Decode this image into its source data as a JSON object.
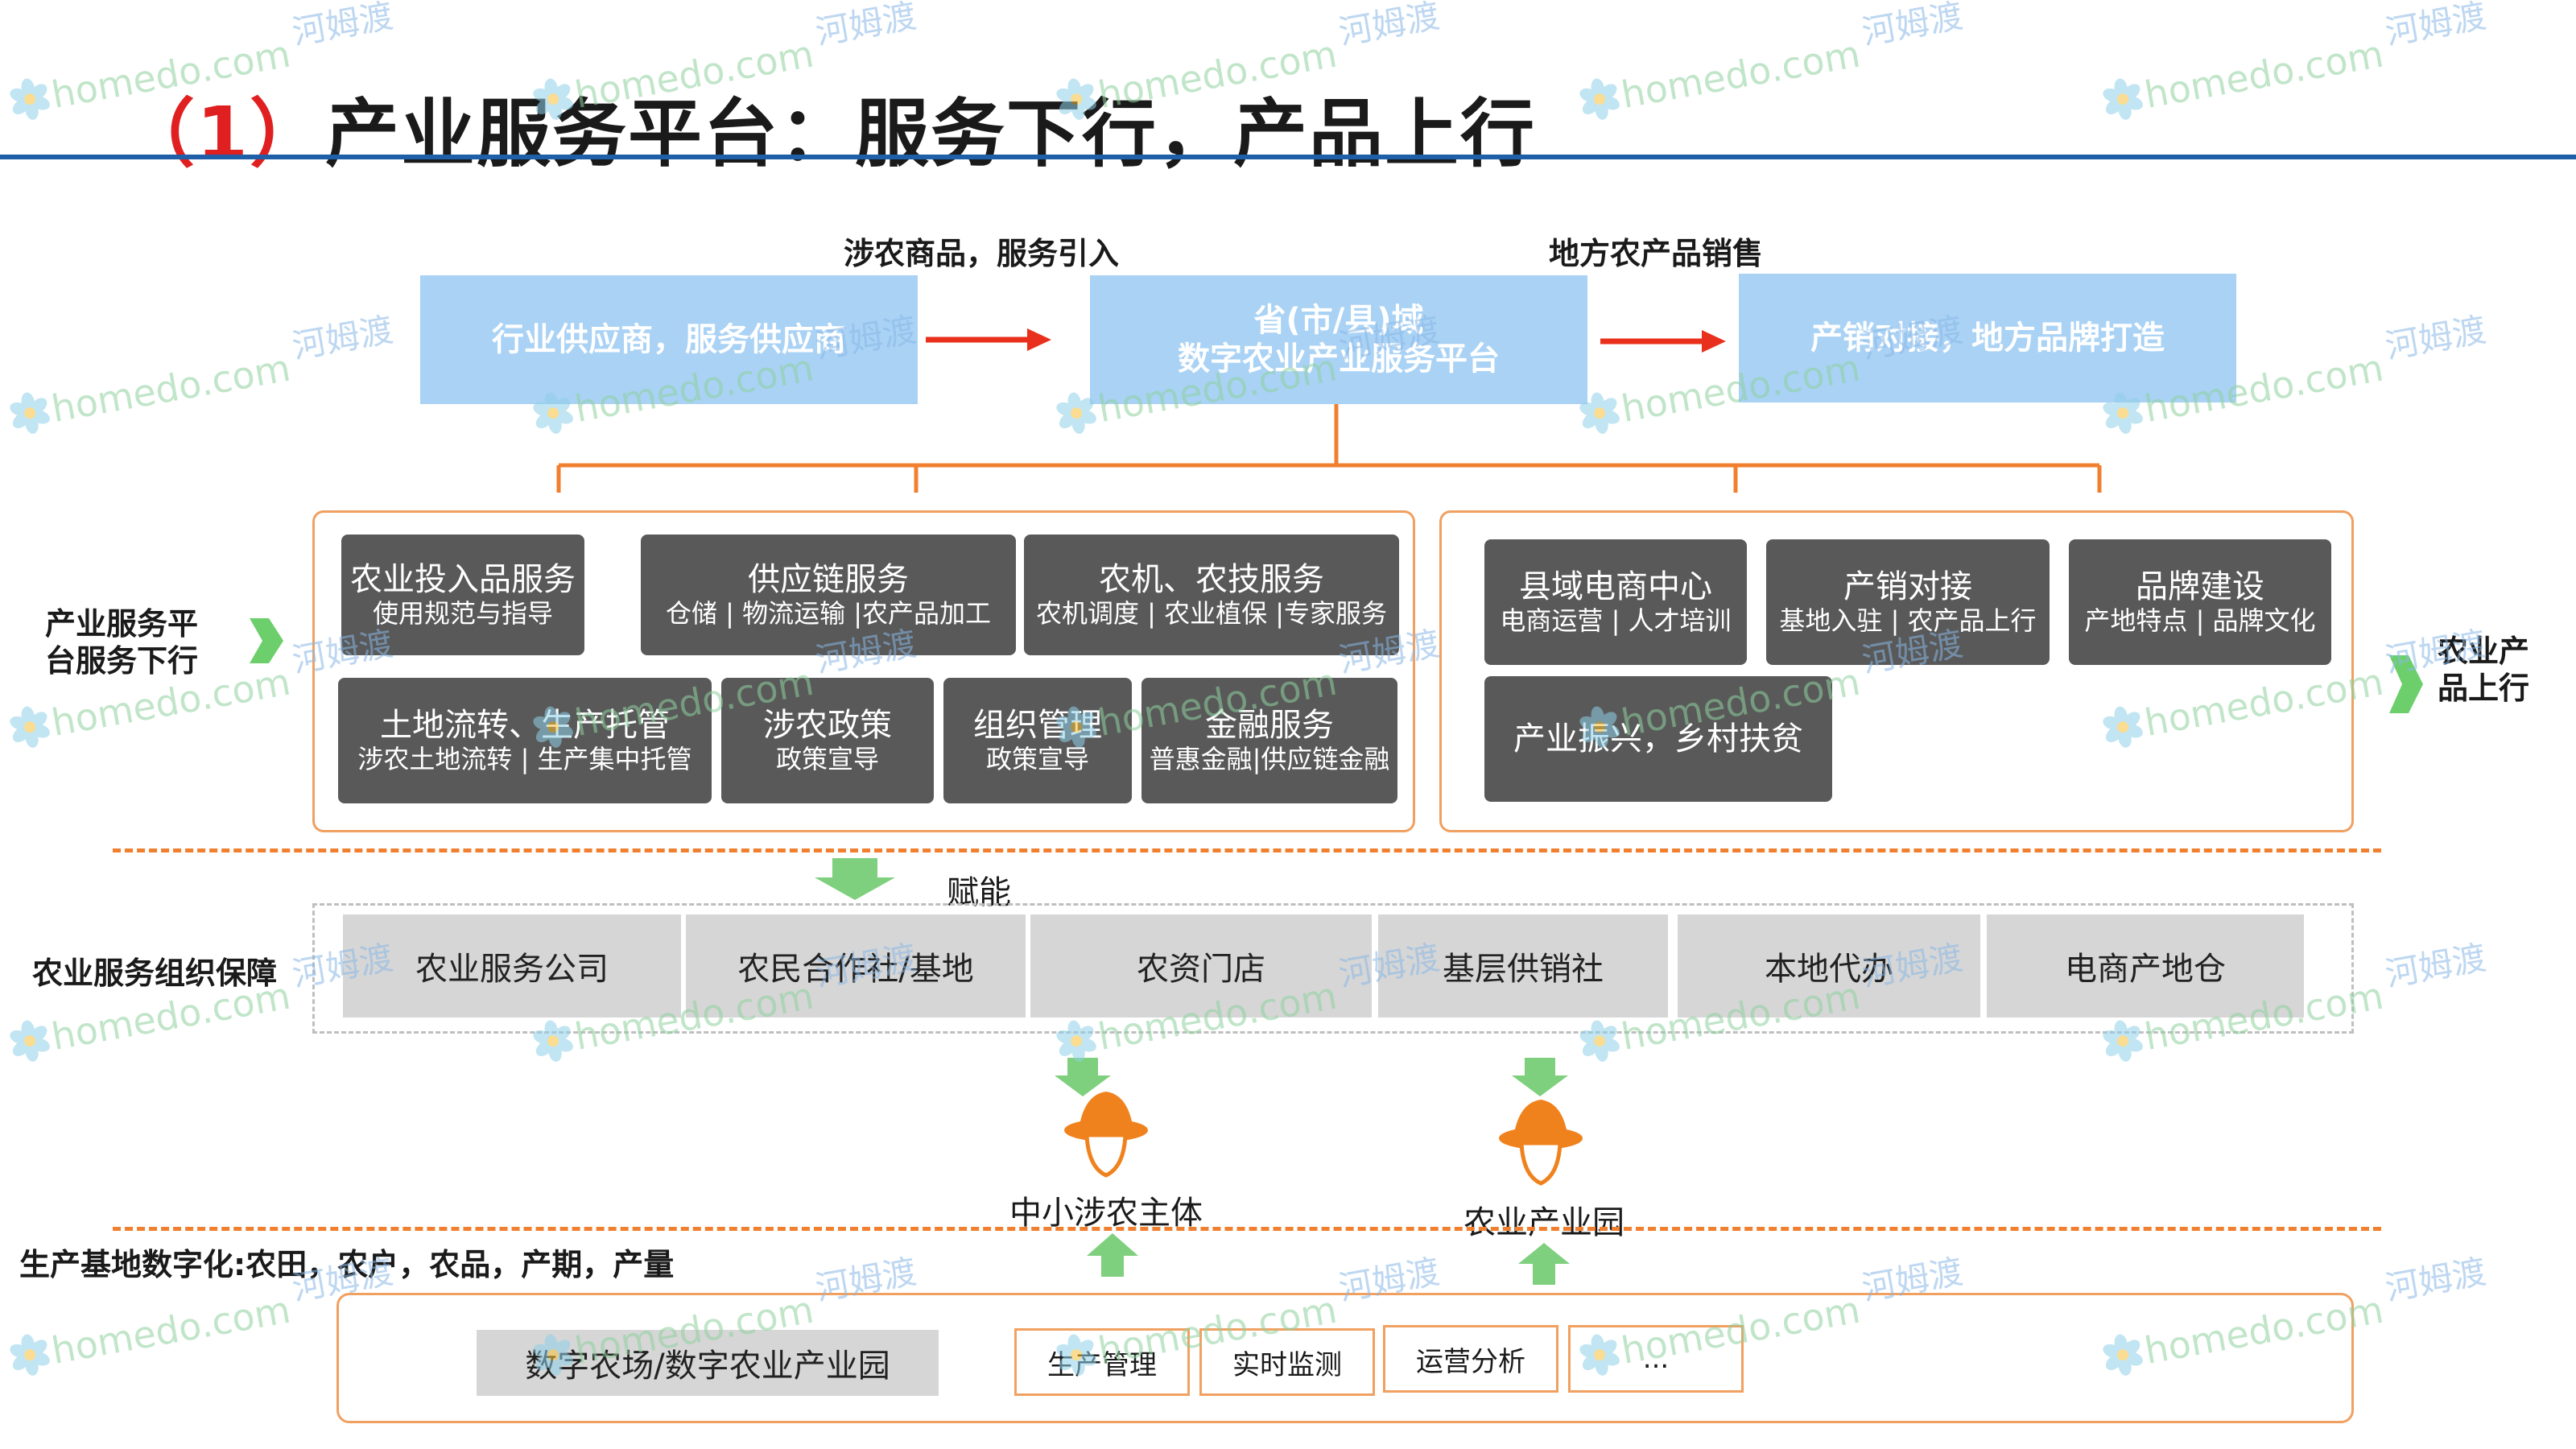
{
  "title": {
    "number": "（1）",
    "text": "产业服务平台：服务下行，产品上行"
  },
  "top_row": {
    "label_left": "涉农商品，服务引入",
    "label_right": "地方农产品销售",
    "box1": "行业供应商，服务供应商",
    "box2_line1": "省(市/县)域",
    "box2_line2": "数字农业产业服务平台",
    "box3": "产销对接，地方品牌打造"
  },
  "side_labels": {
    "left_line1": "产业服务平",
    "left_line2": "台服务下行",
    "right_line1": "农业产",
    "right_line2": "品上行",
    "org": "农业服务组织保障",
    "base": "生产基地数字化:农田，农户，农品，产期，产量"
  },
  "left_services": [
    {
      "main": "农业投入品服务",
      "sub": "使用规范与指导"
    },
    {
      "main": "供应链服务",
      "sub": "仓储 | 物流运输 |农产品加工"
    },
    {
      "main": "农机、农技服务",
      "sub": "农机调度 | 农业植保 |专家服务"
    },
    {
      "main": "土地流转、生产托管",
      "sub": "涉农土地流转 | 生产集中托管"
    },
    {
      "main": "涉农政策",
      "sub": "政策宣导"
    },
    {
      "main": "组织管理",
      "sub": "政策宣导"
    },
    {
      "main": "金融服务",
      "sub": "普惠金融|供应链金融"
    }
  ],
  "right_services": [
    {
      "main": "县域电商中心",
      "sub": "电商运营 | 人才培训"
    },
    {
      "main": "产销对接",
      "sub": "基地入驻 | 农产品上行"
    },
    {
      "main": "品牌建设",
      "sub": "产地特点 | 品牌文化"
    },
    {
      "main": "产业振兴，乡村扶贫",
      "sub": ""
    }
  ],
  "empower": "赋能",
  "org_units": [
    "农业服务公司",
    "农民合作社/基地",
    "农资门店",
    "基层供销社",
    "本地代办",
    "电商产地仓"
  ],
  "actors": [
    "中小涉农主体",
    "农业产业园"
  ],
  "base_items": {
    "main": "数字农场/数字农业产业园",
    "tools": [
      "生产管理",
      "实时监测",
      "运营分析",
      "..."
    ]
  },
  "watermark": {
    "text": "homedo.com",
    "cn": "河姆渡"
  },
  "colors": {
    "accent_red": "#e02020",
    "rule_blue": "#1f5fa8",
    "light_blue": "#a9d2f5",
    "dark_grey": "#595959",
    "orange": "#f08030",
    "green_arrow": "#5cb85c"
  },
  "icons": [
    "red-right-arrow",
    "green-right-arrow",
    "green-down-arrow",
    "green-up-arrow",
    "person-hat-icon",
    "flower-logo-icon"
  ]
}
